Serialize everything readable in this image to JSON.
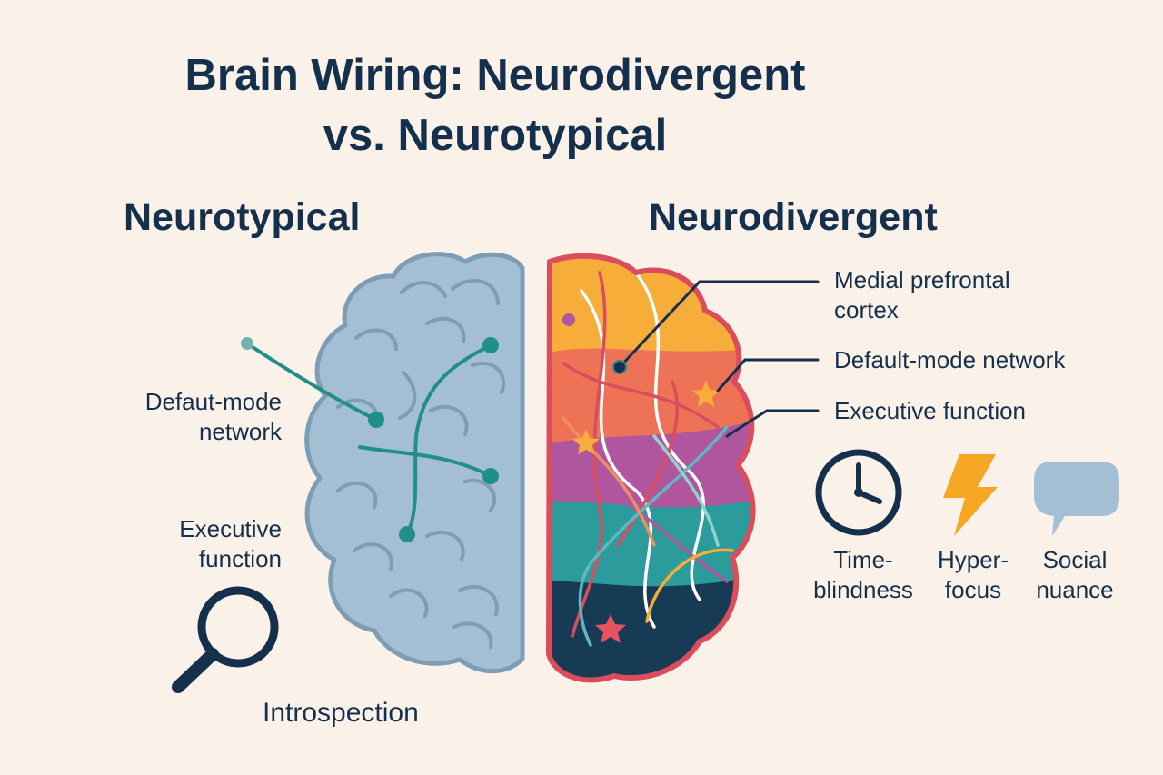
{
  "title": {
    "line1": "Brain Wiring: Neurodivergent",
    "line2": "vs. Neurotypical"
  },
  "headings": {
    "left": "Neurotypical",
    "right": "Neurodivergent"
  },
  "left_labels": {
    "dmn": {
      "line1": "Defaut-mode",
      "line2": "network"
    },
    "exec": {
      "line1": "Executive",
      "line2": "function"
    },
    "introspection": "Introspection"
  },
  "right_labels": {
    "mpfc": {
      "line1": "Medial prefrontal",
      "line2": "cortex"
    },
    "dmn": "Default-mode network",
    "exec": "Executive function"
  },
  "traits": [
    {
      "icon": "clock-icon",
      "line1": "Time-",
      "line2": "blindness"
    },
    {
      "icon": "lightning-bolt-icon",
      "line1": "Hyper-",
      "line2": "focus"
    },
    {
      "icon": "speech-bubble-icon",
      "line1": "Social",
      "line2": "nuance"
    }
  ],
  "colors": {
    "background": "#faf1e8",
    "text": "#15304d",
    "neurotypical_brain": "#a4bfd3",
    "neurotypical_outline": "#7d9db6",
    "network": "#1f8f88",
    "neurodivergent_outline": "#d94d5c",
    "band_orange": "#f6ad3a",
    "band_coral": "#ee7255",
    "band_purple": "#b0569f",
    "band_teal": "#2b9b9c",
    "band_navy": "#173a55",
    "bolt": "#f5a623",
    "bubble": "#a4bfd3"
  }
}
